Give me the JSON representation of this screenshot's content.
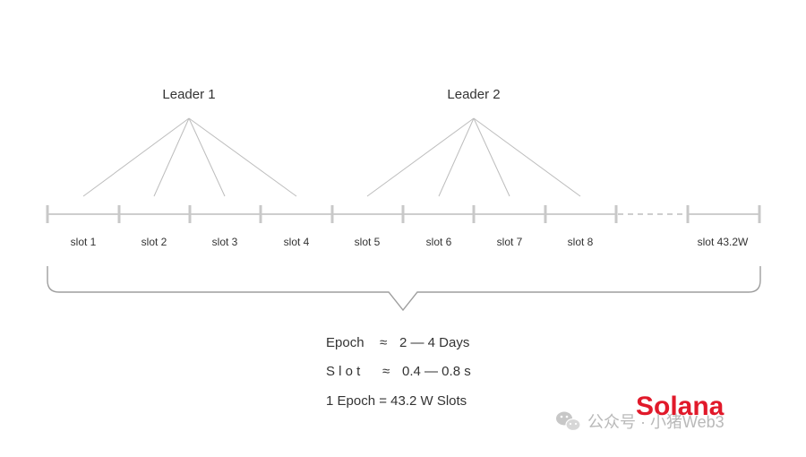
{
  "leaders": [
    {
      "label": "Leader 1",
      "slots": [
        1,
        2,
        3,
        4
      ]
    },
    {
      "label": "Leader 2",
      "slots": [
        5,
        6,
        7,
        8
      ]
    }
  ],
  "slots": [
    {
      "label": "slot 1"
    },
    {
      "label": "slot 2"
    },
    {
      "label": "slot 3"
    },
    {
      "label": "slot 4"
    },
    {
      "label": "slot 5"
    },
    {
      "label": "slot 6"
    },
    {
      "label": "slot 7"
    },
    {
      "label": "slot 8"
    },
    {
      "label": ""
    },
    {
      "label": "slot 43.2W"
    }
  ],
  "epoch_info": [
    {
      "key": "Epoch",
      "rel": "≈",
      "value": "2 — 4 Days"
    },
    {
      "key": "S l o t",
      "rel": "≈",
      "value": "0.4 — 0.8 s"
    },
    {
      "key": "1 Epoch = 43.2 W  Slots",
      "rel": "",
      "value": ""
    }
  ],
  "brand": {
    "name": "Solana",
    "color": "#e1192a"
  },
  "watermark": {
    "icon": "wechat-icon",
    "text": "公众号 · 小猪Web3"
  },
  "colors": {
    "line": "#bdbdbd",
    "tick": "#c8c8c8",
    "text": "#333333"
  }
}
